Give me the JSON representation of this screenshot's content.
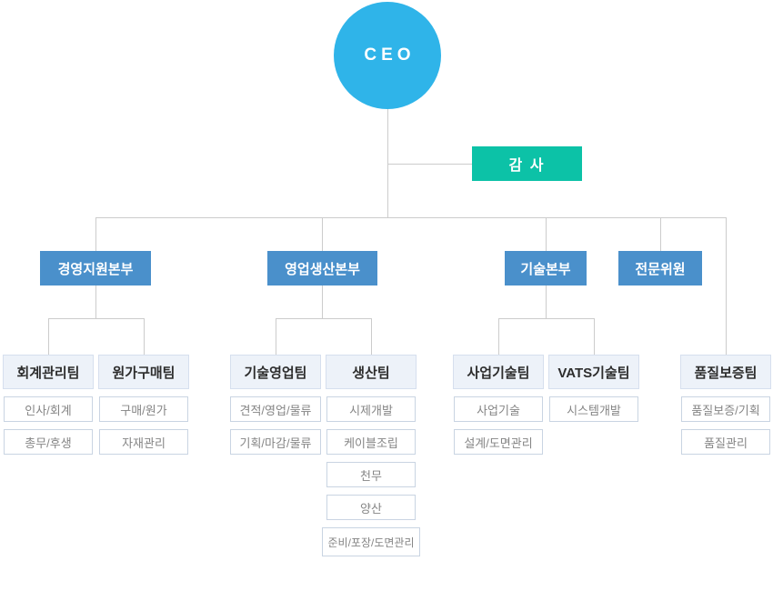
{
  "colors": {
    "ceo_bg": "#2fb4e9",
    "audit_bg": "#0cc2a7",
    "division_bg": "#4a90cb",
    "team_bg": "#edf2f9",
    "team_border": "#d6dfee",
    "team_text": "#2d2d2d",
    "sub_border": "#c9d4e2",
    "sub_text": "#858585",
    "line": "#cccccc"
  },
  "org": {
    "ceo": "CEO",
    "audit": "감 사",
    "divisions": [
      "경영지원본부",
      "영업생산본부",
      "기술본부",
      "전문위원"
    ],
    "teams": [
      {
        "name": "회계관리팀",
        "items": [
          "인사/회계",
          "총무/후생"
        ]
      },
      {
        "name": "원가구매팀",
        "items": [
          "구매/원가",
          "자재관리"
        ]
      },
      {
        "name": "기술영업팀",
        "items": [
          "견적/영업/물류",
          "기획/마감/물류"
        ]
      },
      {
        "name": "생산팀",
        "items": [
          "시제개발",
          "케이블조립",
          "천무",
          "양산",
          "준비/포장/도면관리"
        ]
      },
      {
        "name": "사업기술팀",
        "items": [
          "사업기술",
          "설계/도면관리"
        ]
      },
      {
        "name": "VATS기술팀",
        "items": [
          "시스템개발"
        ]
      },
      {
        "name": "품질보증팀",
        "items": [
          "품질보증/기획",
          "품질관리"
        ]
      }
    ]
  }
}
